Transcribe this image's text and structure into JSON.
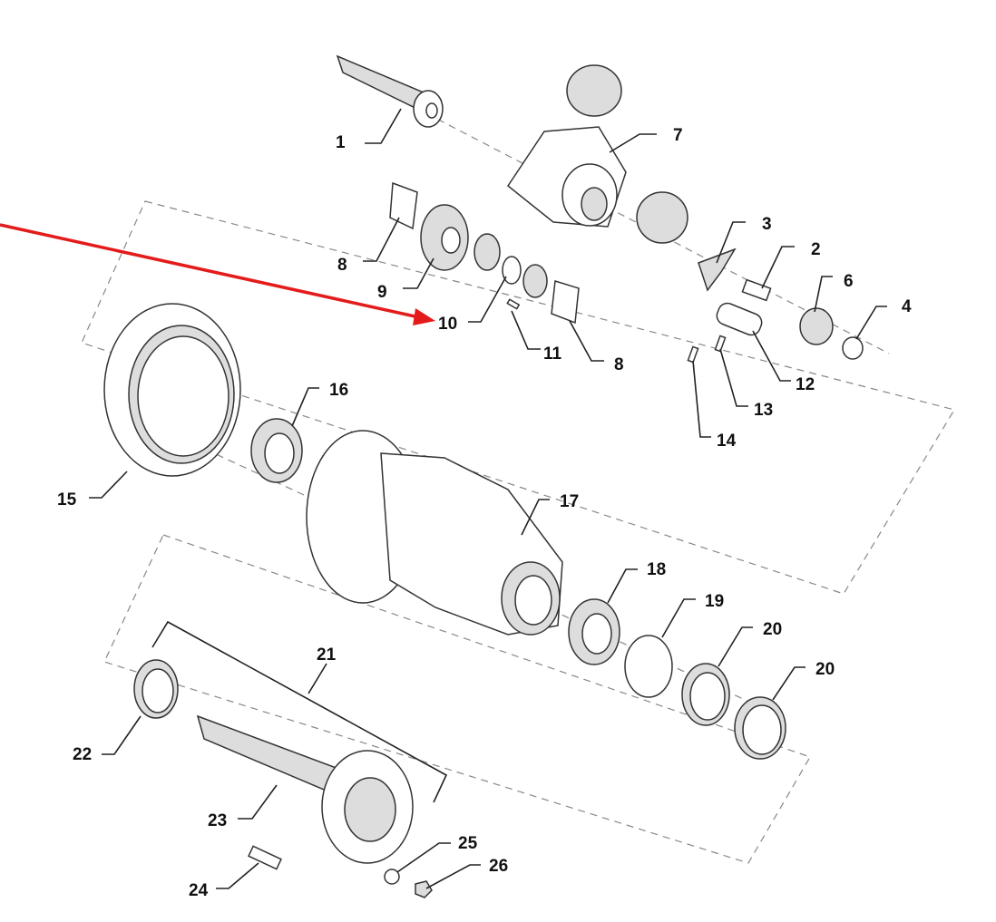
{
  "diagram": {
    "type": "exploded parts diagram",
    "labels": [
      "1",
      "7",
      "8",
      "9",
      "10",
      "11",
      "8",
      "3",
      "2",
      "6",
      "4",
      "12",
      "13",
      "14",
      "16",
      "15",
      "17",
      "18",
      "19",
      "20",
      "20",
      "21",
      "22",
      "23",
      "24",
      "25",
      "26"
    ],
    "highlight": {
      "target_label": "10",
      "color": "#e41b1b"
    },
    "colors": {
      "line": "#333333",
      "dashed_box": "#888888",
      "arrow": "#e41b1b"
    }
  }
}
